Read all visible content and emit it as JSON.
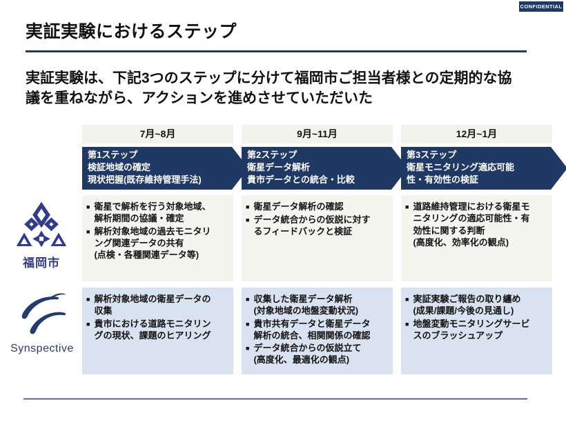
{
  "badge": {
    "label": "CONFIDENTIAL"
  },
  "title": "実証実験におけるステップ",
  "intro_lines": [
    "実証実験は、下記3つのステップに分けて福岡市ご担当者様との定期的な協",
    "議を重ねながら、アクションを進めさせていただいた"
  ],
  "glyphs": {
    "bullet": "■"
  },
  "colors": {
    "accent_navy": "#1f3864",
    "timeline_bg": "#f3f3ed",
    "row1_bg": "#f5f5f0",
    "row2_bg": "#d9e2f0",
    "fukuoka_logo": "#333c87",
    "synspective_logo": "#243b6b"
  },
  "timeline": [
    "7月~8月",
    "9月~11月",
    "12月~1月"
  ],
  "steps": [
    {
      "lines": [
        "第1ステップ",
        "検証地域の確定",
        "現状把握(既存維持管理手法)"
      ]
    },
    {
      "lines": [
        "第2ステップ",
        "衛星データ解析",
        "貴市データとの統合・比較"
      ]
    },
    {
      "lines": [
        "第3ステップ",
        "衛星モニタリング適応可能",
        "性・有効性の検証"
      ]
    }
  ],
  "rows": [
    {
      "org": "福岡市",
      "cells": [
        {
          "bullets": [
            [
              "衛星で解析を行う対象地域、",
              "解析期間の協議・確定"
            ],
            [
              "解析対象地域の過去モニタリ",
              "ング関連データの共有",
              "(点検・各種関連データ等)"
            ]
          ]
        },
        {
          "bullets": [
            [
              "衛星データ解析の確認"
            ],
            [
              "データ統合からの仮説に対す",
              "るフィードバックと検証"
            ]
          ]
        },
        {
          "bullets": [
            [
              "道路維持管理における衛星モ",
              "ニタリングの適応可能性・有",
              "効性に関する判断",
              "(高度化、効率化の観点)"
            ]
          ]
        }
      ]
    },
    {
      "org": "Synspective",
      "cells": [
        {
          "bullets": [
            [
              "解析対象地域の衛星データの",
              "収集"
            ],
            [
              "貴市における道路モニタリン",
              "グの現状、課題のヒアリング"
            ]
          ]
        },
        {
          "bullets": [
            [
              "収集した衛星データ解析",
              "(対象地域の地盤変動状況)"
            ],
            [
              "貴市共有データと衛星データ",
              "解析の統合、相関関係の確認"
            ],
            [
              "データ統合からの仮説立て",
              "(高度化、最適化の観点)"
            ]
          ]
        },
        {
          "bullets": [
            [
              "実証実験ご報告の取り纏め",
              "(成果/課題/今後の見通し)"
            ],
            [
              "地盤変動モニタリングサービ",
              "スのブラッシュアップ"
            ]
          ]
        }
      ]
    }
  ]
}
